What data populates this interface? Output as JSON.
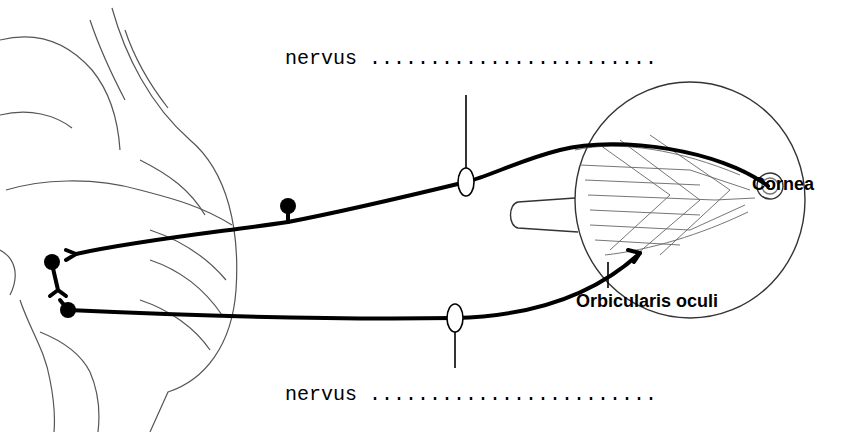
{
  "diagram": {
    "labels": [
      "nervus ........................",
      "Cornea",
      "Orbicularis oculi",
      "nervus ........................"
    ]
  }
}
